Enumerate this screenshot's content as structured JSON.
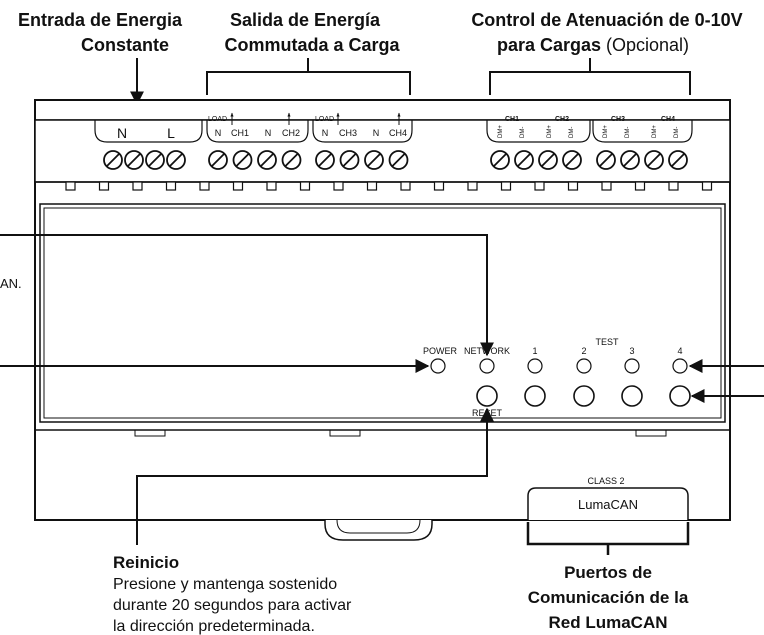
{
  "headings": {
    "constant_power_1": "Entrada de Energia",
    "constant_power_2": "Constante",
    "switched_power_1": "Salida de Energía",
    "switched_power_2": "Commutada a Carga",
    "dimming_1": "Control de Atenuación de 0-10V",
    "dimming_2_bold": "para Cargas",
    "dimming_2_normal": " (Opcional)"
  },
  "terminals": {
    "power_n": "N",
    "power_l": "L",
    "load_label_1": "LOAD",
    "load_label_2": "LOAD",
    "load_terms": [
      "N",
      "CH1",
      "N",
      "CH2",
      "N",
      "CH3",
      "N",
      "CH4"
    ],
    "dim_channels": [
      "CH1",
      "CH2",
      "CH3",
      "CH4"
    ],
    "dim_terms": [
      "DM+",
      "DM-",
      "DM+",
      "DM-",
      "DM+",
      "DM-",
      "DM+",
      "DM-"
    ]
  },
  "panel": {
    "left_fragment": "AN.",
    "led_labels": [
      "POWER",
      "NETWORK",
      "1",
      "2",
      "3",
      "4"
    ],
    "test_label": "TEST",
    "reset_label": "RESET",
    "class_label": "CLASS 2",
    "port_label": "LumaCAN"
  },
  "callouts": {
    "reset_title": "Reinicio",
    "reset_line1": "Presione y mantenga sostenido",
    "reset_line2": "durante 20 segundos para activar",
    "reset_line3": "la dirección predeterminada.",
    "ports_1": "Puertos de",
    "ports_2": "Comunicación de la",
    "ports_3": "Red LumaCAN"
  }
}
